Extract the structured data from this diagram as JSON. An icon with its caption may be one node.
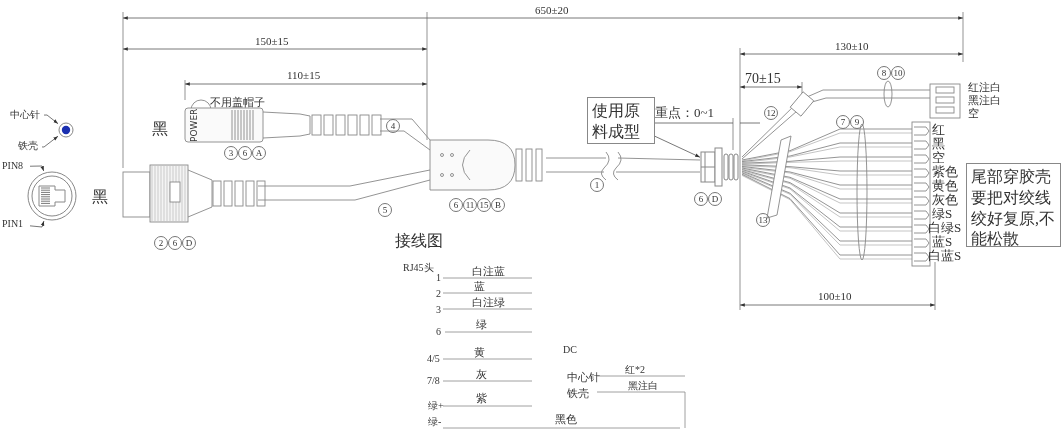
{
  "diagram": {
    "nodes": [
      {
        "text": [
          "中心针"
        ]
      },
      {
        "text": [
          "铁壳"
        ]
      },
      {
        "text": [],
        "shape": "circle"
      },
      {
        "text": [
          "PIN8"
        ]
      },
      {
        "text": [
          "PIN1"
        ]
      },
      {
        "text": [],
        "shape": "circle"
      },
      {
        "text": [
          "使用原料成型"
        ]
      },
      {
        "text": [],
        "shape": "picture"
      },
      {
        "text": [
          "尾部穿胶壳要把对绞线绞好复原,不能松散"
        ]
      }
    ],
    "edges": [
      {
        "from": 0,
        "to": 2,
        "arrow": "to"
      },
      {
        "from": 1,
        "to": 2,
        "arrow": "to"
      },
      {
        "from": 3,
        "to": 5,
        "arrow": "to"
      },
      {
        "from": 4,
        "to": 5,
        "arrow": "to"
      },
      {
        "from": 6,
        "to": 7,
        "arrow": "to"
      }
    ],
    "labels": [
      "650±20",
      "150±15",
      "110±15",
      "130±10",
      "8",
      "10",
      "70±15",
      "红注白",
      "黑注白",
      "空",
      "不用盖帽子",
      "重点：0~1",
      "4",
      "黑",
      "12",
      "7",
      "9",
      "红",
      "黑",
      "空",
      "紫色",
      "黄色",
      "灰色",
      "绿S",
      "白绿S",
      "蓝S",
      "白蓝S",
      "3",
      "6",
      "A",
      "POWER",
      "黑",
      "1",
      "5",
      "6",
      "11",
      "15",
      "B",
      "6",
      "D",
      "13",
      "2",
      "6",
      "D",
      "100±10",
      "接线图",
      "RJ45头",
      "1",
      "白注蓝",
      "2",
      "蓝",
      "3",
      "白注绿",
      "6",
      "绿",
      "DC",
      "4/5",
      "黄",
      "7/8",
      "灰",
      "中心针",
      "红*2",
      "铁壳",
      "黑注白",
      "绿+",
      "紫",
      "绿-",
      "黑色"
    ]
  }
}
